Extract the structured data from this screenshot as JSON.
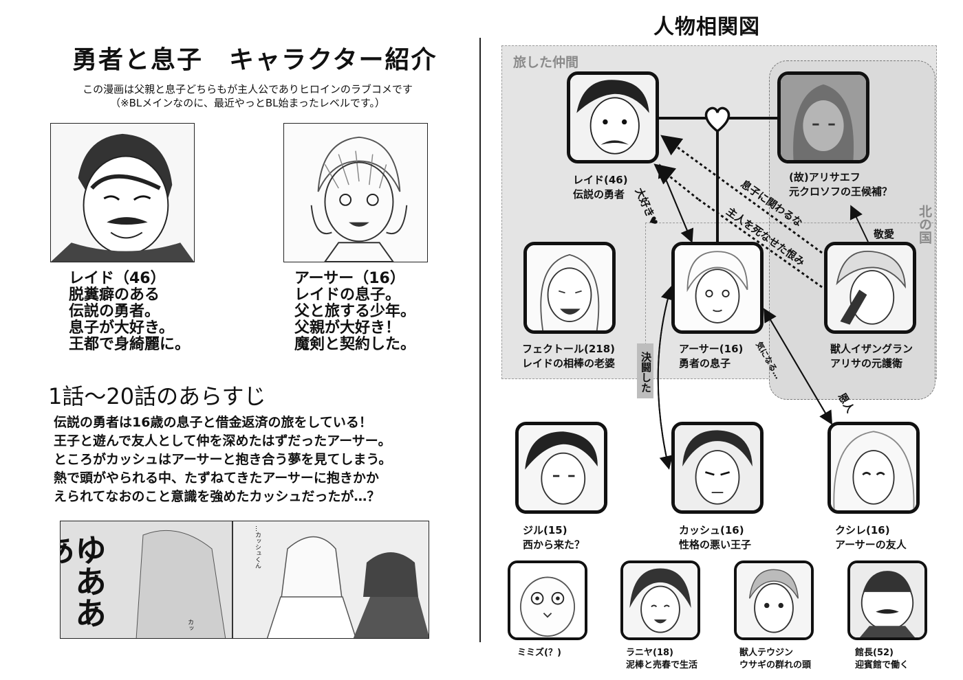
{
  "left_page": {
    "title": "勇者と息子　キャラクター紹介",
    "intro_line1": "この漫画は父親と息子どちらもが主人公でありヒロインのラブコメです",
    "intro_line2": "（※BLメインなのに、最近やっとBL始まったレベルです。）",
    "reid_profile": "レイド（46）\n脱糞癖のある\n伝説の勇者。\n息子が大好き。\n王都で身綺麗に。",
    "arthur_profile": "アーサー（16）\nレイドの息子。\n父と旅する少年。\n父親が大好き！\n魔剣と契約した。",
    "section_title": "1話〜20話のあらすじ",
    "summary": "伝説の勇者は16歳の息子と借金返済の旅をしている！\n王子と遊んで友人として仲を深めたはずだったアーサー。\nところがカッシュはアーサーと抱き合う夢を見てしまう。\n熱で頭がやられる中、たずねてきたアーサーに抱きかか\nえられてなおのこと意識を強めたカッシュだったが…？",
    "manga_text_big": "ゆあああ",
    "manga_bubble_1": "…カッシュくん",
    "manga_bubble_2": "カッ"
  },
  "right_page": {
    "title": "人物相関図",
    "group_label": "旅した仲間",
    "north_label": "北の国",
    "characters": {
      "reid": "レイド(46)\n伝説の勇者",
      "alisaef": "(故)アリサエフ\n元クロソフの王候補？",
      "fectol": "フェクトール(218)\nレイドの相棒の老婆",
      "arthur": "アーサー(16)\n勇者の息子",
      "izangran": "獣人イザングラン\nアリサの元護衛",
      "jill": "ジル(15)\n西から来た？",
      "cash": "カッシュ(16)\n性格の悪い王子",
      "kushire": "クシレ(16)\nアーサーの友人",
      "mimizu": "ミミズ(？)",
      "raniya": "ラニヤ(18)\n泥棒と売春で生活",
      "teujin": "獣人テウジン\nウサギの群れの頭",
      "kancho": "館長(52)\n迎賓館で働く"
    },
    "relations": {
      "love": "大好き",
      "grudge_1": "息子に関わるな",
      "grudge_2": "主人を死なせた恨み",
      "respect": "敬愛",
      "duel": "決闘した",
      "curious": "気になる…",
      "benefactor": "恩人"
    },
    "heart_symbol": "♥"
  }
}
